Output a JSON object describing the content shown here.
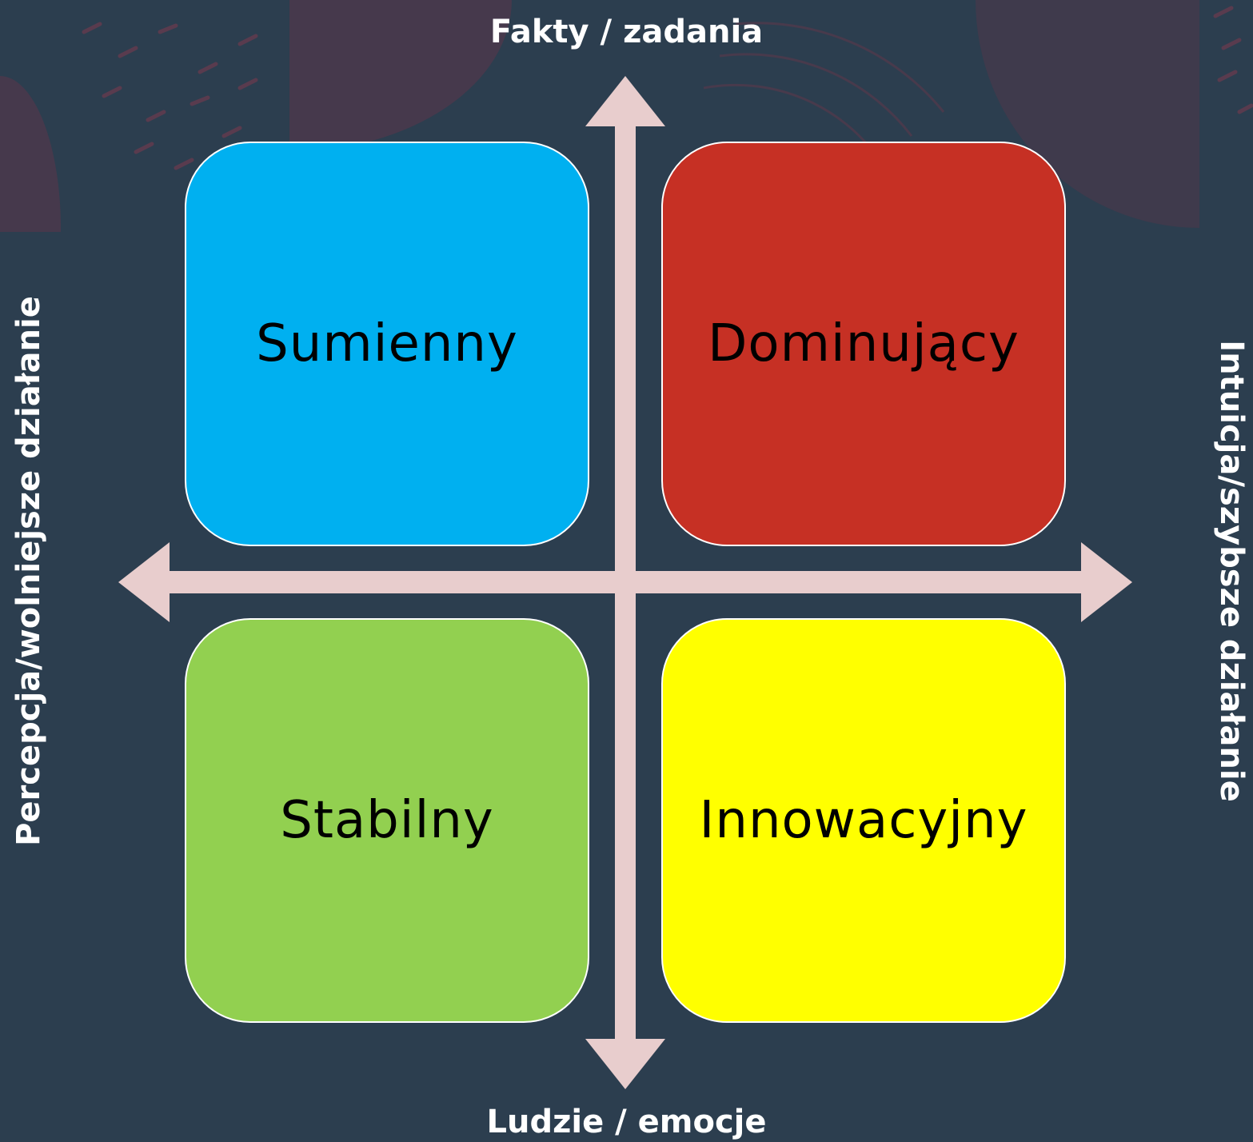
{
  "axes": {
    "top": "Fakty / zadania",
    "bottom": "Ludzie / emocje",
    "left": "Percepcja/wolniejsze działanie",
    "right": "Intuicja/szybsze działanie"
  },
  "quadrants": {
    "top_left": {
      "label": "Sumienny",
      "color": "#00b0f0"
    },
    "top_right": {
      "label": "Dominujący",
      "color": "#c63024"
    },
    "bottom_left": {
      "label": "Stabilny",
      "color": "#92d050"
    },
    "bottom_right": {
      "label": "Innowacyjny",
      "color": "#ffff00"
    }
  },
  "colors": {
    "background": "#2c3e4f",
    "arrows": "#e8cdcd",
    "decor": "#46394c"
  }
}
